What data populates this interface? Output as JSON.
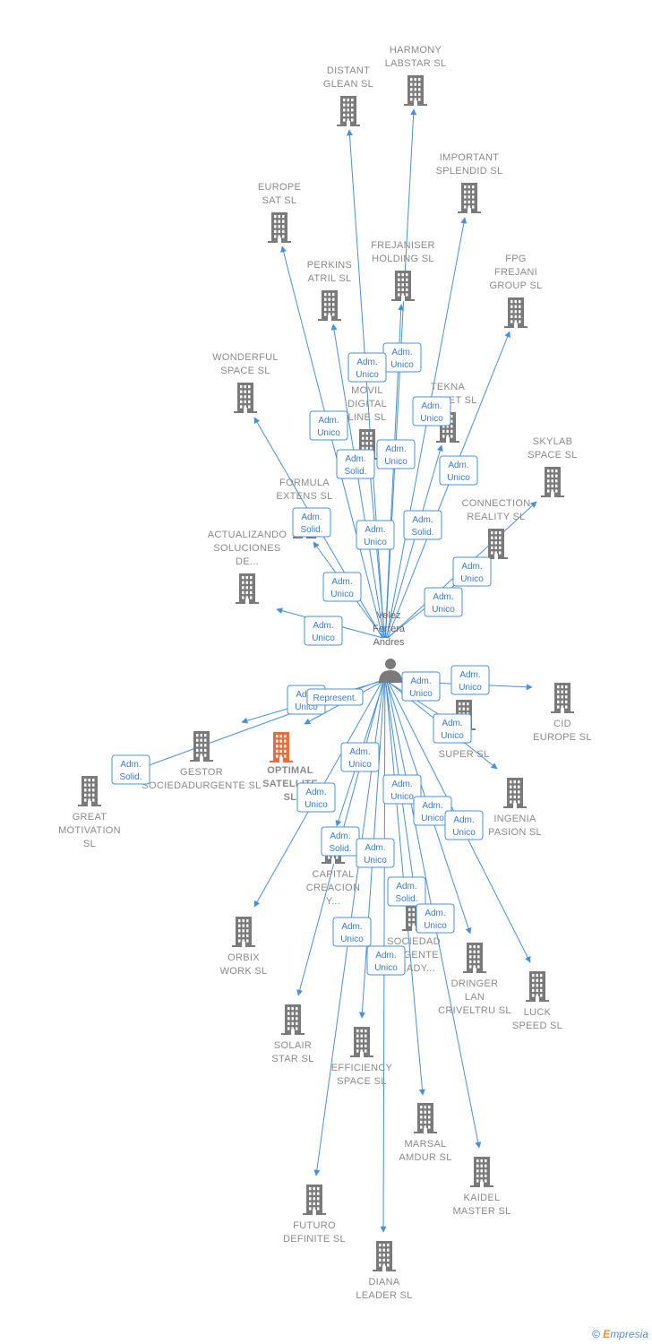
{
  "colors": {
    "edge": "#4a8fdc",
    "building": "#7a7a7a",
    "main": "#ef6a3a",
    "text": "#8a8a8a"
  },
  "person": {
    "name_lines": [
      "Velez",
      "Ferrera",
      "Andres"
    ],
    "icon": "person-icon"
  },
  "main_company": {
    "lines": [
      "OPTIMAL",
      "SATELLITE",
      "SL"
    ]
  },
  "companies": [
    {
      "id": "harmony",
      "lines": [
        "HARMONY",
        "LABSTAR SL"
      ]
    },
    {
      "id": "distant",
      "lines": [
        "DISTANT",
        "GLEAN  SL"
      ]
    },
    {
      "id": "important",
      "lines": [
        "IMPORTANT",
        "SPLENDID  SL"
      ]
    },
    {
      "id": "europe_sat",
      "lines": [
        "EUROPE",
        "SAT  SL"
      ]
    },
    {
      "id": "frejaniser",
      "lines": [
        "FREJANISER",
        "HOLDING  SL"
      ]
    },
    {
      "id": "fpg",
      "lines": [
        "FPG",
        "FREJANI",
        "GROUP  SL"
      ]
    },
    {
      "id": "perkins",
      "lines": [
        "PERKINS",
        "ATRIL  SL"
      ]
    },
    {
      "id": "wonderful",
      "lines": [
        "WONDERFUL",
        "SPACE  SL"
      ]
    },
    {
      "id": "movil",
      "lines": [
        "MOVIL",
        "DIGITAL",
        "LINE SL"
      ]
    },
    {
      "id": "tekna",
      "lines": [
        "TEKNA",
        "GADGET  SL"
      ]
    },
    {
      "id": "skylab",
      "lines": [
        "SKYLAB",
        "SPACE  SL"
      ]
    },
    {
      "id": "formula",
      "lines": [
        "FORMULA",
        "EXTENS  SL"
      ]
    },
    {
      "id": "connection",
      "lines": [
        "CONNECTION",
        "REALITY  SL"
      ]
    },
    {
      "id": "actualizando",
      "lines": [
        "ACTUALIZANDO",
        "SOLUCIONES",
        "DE..."
      ]
    },
    {
      "id": "cid",
      "lines": [
        "CID",
        "EUROPE  SL"
      ]
    },
    {
      "id": "uy_super",
      "lines": [
        "Y",
        "SUPER  SL"
      ]
    },
    {
      "id": "gestor",
      "lines": [
        "GESTOR",
        "SOCIEDADURGENTE SL"
      ]
    },
    {
      "id": "great",
      "lines": [
        "GREAT",
        "MOTIVATION",
        "SL"
      ]
    },
    {
      "id": "ingenia",
      "lines": [
        "INGENIA",
        "PASION  SL"
      ]
    },
    {
      "id": "capital",
      "lines": [
        "CAPITAL",
        "CREACION",
        "Y..."
      ]
    },
    {
      "id": "orbix",
      "lines": [
        "ORBIX",
        "WORK  SL"
      ]
    },
    {
      "id": "sociedad",
      "lines": [
        "SOCIEDAD",
        "URGENTE",
        "READY..."
      ]
    },
    {
      "id": "dringer",
      "lines": [
        "DRINGER",
        "LAN",
        "CRIVELTRU SL"
      ]
    },
    {
      "id": "luck",
      "lines": [
        "LUCK",
        "SPEED  SL"
      ]
    },
    {
      "id": "solair",
      "lines": [
        "SOLAIR",
        "STAR  SL"
      ]
    },
    {
      "id": "efficiency",
      "lines": [
        "EFFICIENCY",
        "SPACE SL"
      ]
    },
    {
      "id": "marsal",
      "lines": [
        "MARSAL",
        "AMDUR  SL"
      ]
    },
    {
      "id": "kaidel",
      "lines": [
        "KAIDEL",
        "MASTER  SL"
      ]
    },
    {
      "id": "futuro",
      "lines": [
        "FUTURO",
        "DEFINITE  SL"
      ]
    },
    {
      "id": "diana",
      "lines": [
        "DIANA",
        "LEADER  SL"
      ]
    }
  ],
  "relations": [
    {
      "target": "harmony",
      "label": [
        "Adm.",
        "Unico"
      ]
    },
    {
      "target": "distant",
      "label": [
        "Adm.",
        "Unico"
      ]
    },
    {
      "target": "important",
      "label": [
        "Adm.",
        "Unico"
      ]
    },
    {
      "target": "europe_sat",
      "label": [
        "Adm.",
        "Unico"
      ]
    },
    {
      "target": "frejaniser",
      "label": [
        "Adm.",
        "Unico"
      ]
    },
    {
      "target": "fpg",
      "label": [
        "Adm.",
        "Solid."
      ]
    },
    {
      "target": "perkins",
      "label": [
        "Adm.",
        "Solid."
      ]
    },
    {
      "target": "wonderful",
      "label": [
        "Adm.",
        "Solid."
      ]
    },
    {
      "target": "movil",
      "label": [
        "Adm.",
        "Unico"
      ]
    },
    {
      "target": "tekna",
      "label": [
        "Adm.",
        "Unico"
      ]
    },
    {
      "target": "skylab",
      "label": [
        "Adm.",
        "Unico"
      ]
    },
    {
      "target": "formula",
      "label": [
        "Adm.",
        "Unico"
      ]
    },
    {
      "target": "connection",
      "label": [
        "Adm.",
        "Unico"
      ]
    },
    {
      "target": "actualizando",
      "label": [
        "Adm.",
        "Unico"
      ]
    },
    {
      "target": "cid",
      "label": [
        "Adm.",
        "Unico"
      ]
    },
    {
      "target": "uy_super",
      "label": [
        "Adm.",
        "Unico"
      ]
    },
    {
      "target": "gestor",
      "label": [
        "Adm.",
        "Unico"
      ]
    },
    {
      "target": "main",
      "label": [
        "Represent."
      ]
    },
    {
      "target": "great",
      "label": [
        "Adm.",
        "Solid."
      ]
    },
    {
      "target": "ingenia",
      "label": [
        "Adm.",
        "Unico"
      ]
    },
    {
      "target": "capital",
      "label": [
        "Adm.",
        "Unico"
      ]
    },
    {
      "target": "orbix",
      "label": [
        "Adm.",
        "Unico"
      ]
    },
    {
      "target": "sociedad",
      "label": [
        "Adm.",
        "Unico"
      ]
    },
    {
      "target": "dringer",
      "label": [
        "Adm.",
        "Unico"
      ]
    },
    {
      "target": "luck",
      "label": [
        "Adm.",
        "Unico"
      ]
    },
    {
      "target": "solair",
      "label": [
        "Adm.",
        "Solid."
      ]
    },
    {
      "target": "efficiency",
      "label": [
        "Adm.",
        "Unico"
      ]
    },
    {
      "target": "marsal",
      "label": [
        "Adm.",
        "Solid."
      ]
    },
    {
      "target": "kaidel",
      "label": [
        "Adm.",
        "Unico"
      ]
    },
    {
      "target": "futuro",
      "label": [
        "Adm.",
        "Unico"
      ]
    },
    {
      "target": "diana",
      "label": [
        "Adm.",
        "Unico"
      ]
    }
  ],
  "footer": {
    "copyright": "©",
    "brand_initial": "E",
    "brand_rest": "mpresia"
  }
}
